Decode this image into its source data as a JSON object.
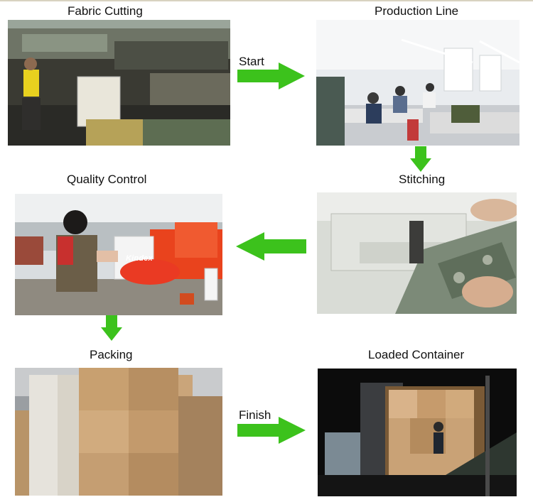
{
  "steps": {
    "fabric_cutting": "Fabric Cutting",
    "production_line": "Production Line",
    "stitching": "Stitching",
    "quality_control": "Quality Control",
    "packing": "Packing",
    "loaded_container": "Loaded Container"
  },
  "arrows": {
    "start": "Start",
    "finish": "Finish"
  },
  "photo_text": {
    "kindex": "Kindex"
  },
  "colors": {
    "arrow_green": "#3cc21c"
  }
}
